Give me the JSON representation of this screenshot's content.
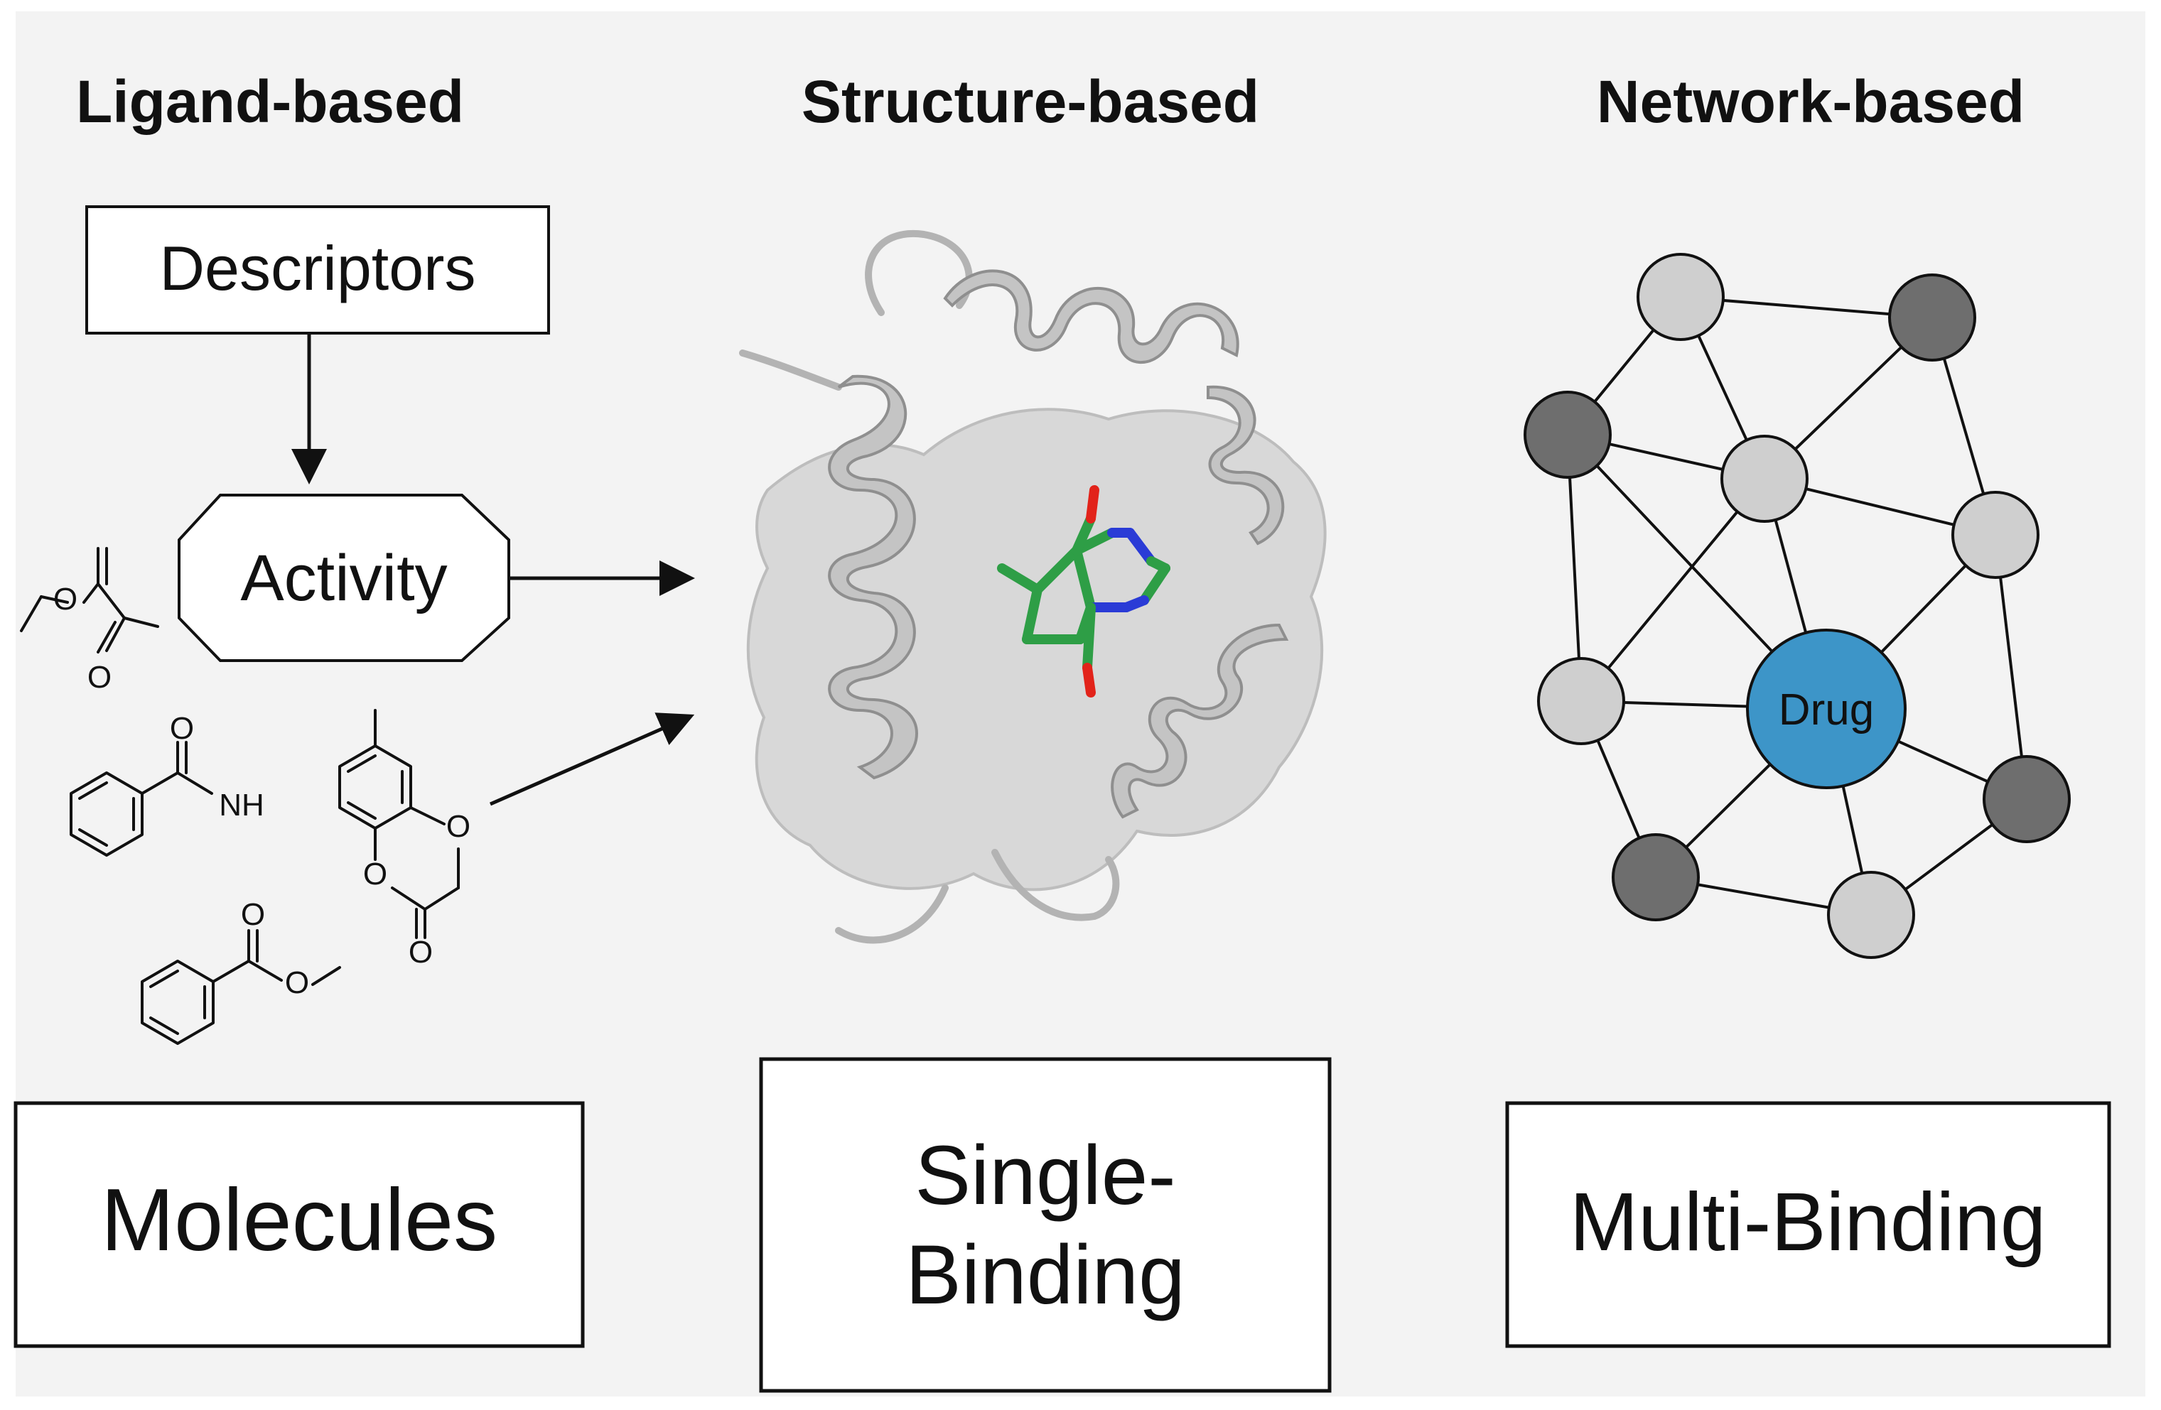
{
  "headings": {
    "ligand": "Ligand-based",
    "structure": "Structure-based",
    "network": "Network-based"
  },
  "ligand_panel": {
    "descriptors_label": "Descriptors",
    "activity_label": "Activity",
    "atom_labels": {
      "amide_nh": "NH"
    }
  },
  "network_panel": {
    "drug_label": "Drug",
    "colors": {
      "drug_node": "#3d95c8",
      "light_node": "#cfcfcf",
      "dark_node": "#6e6e6e"
    }
  },
  "footer_boxes": {
    "molecules": "Molecules",
    "single_binding_line1": "Single-",
    "single_binding_line2": "Binding",
    "multi_binding": "Multi-Binding"
  },
  "colors": {
    "background": "#f3f3f3",
    "protein_surface": "#cfcfcf",
    "ribbon": "#c4c4c4",
    "ligand_carbon": "#2e9e46",
    "ligand_nitrogen": "#2a3bd6",
    "ligand_oxygen": "#e2231a"
  }
}
